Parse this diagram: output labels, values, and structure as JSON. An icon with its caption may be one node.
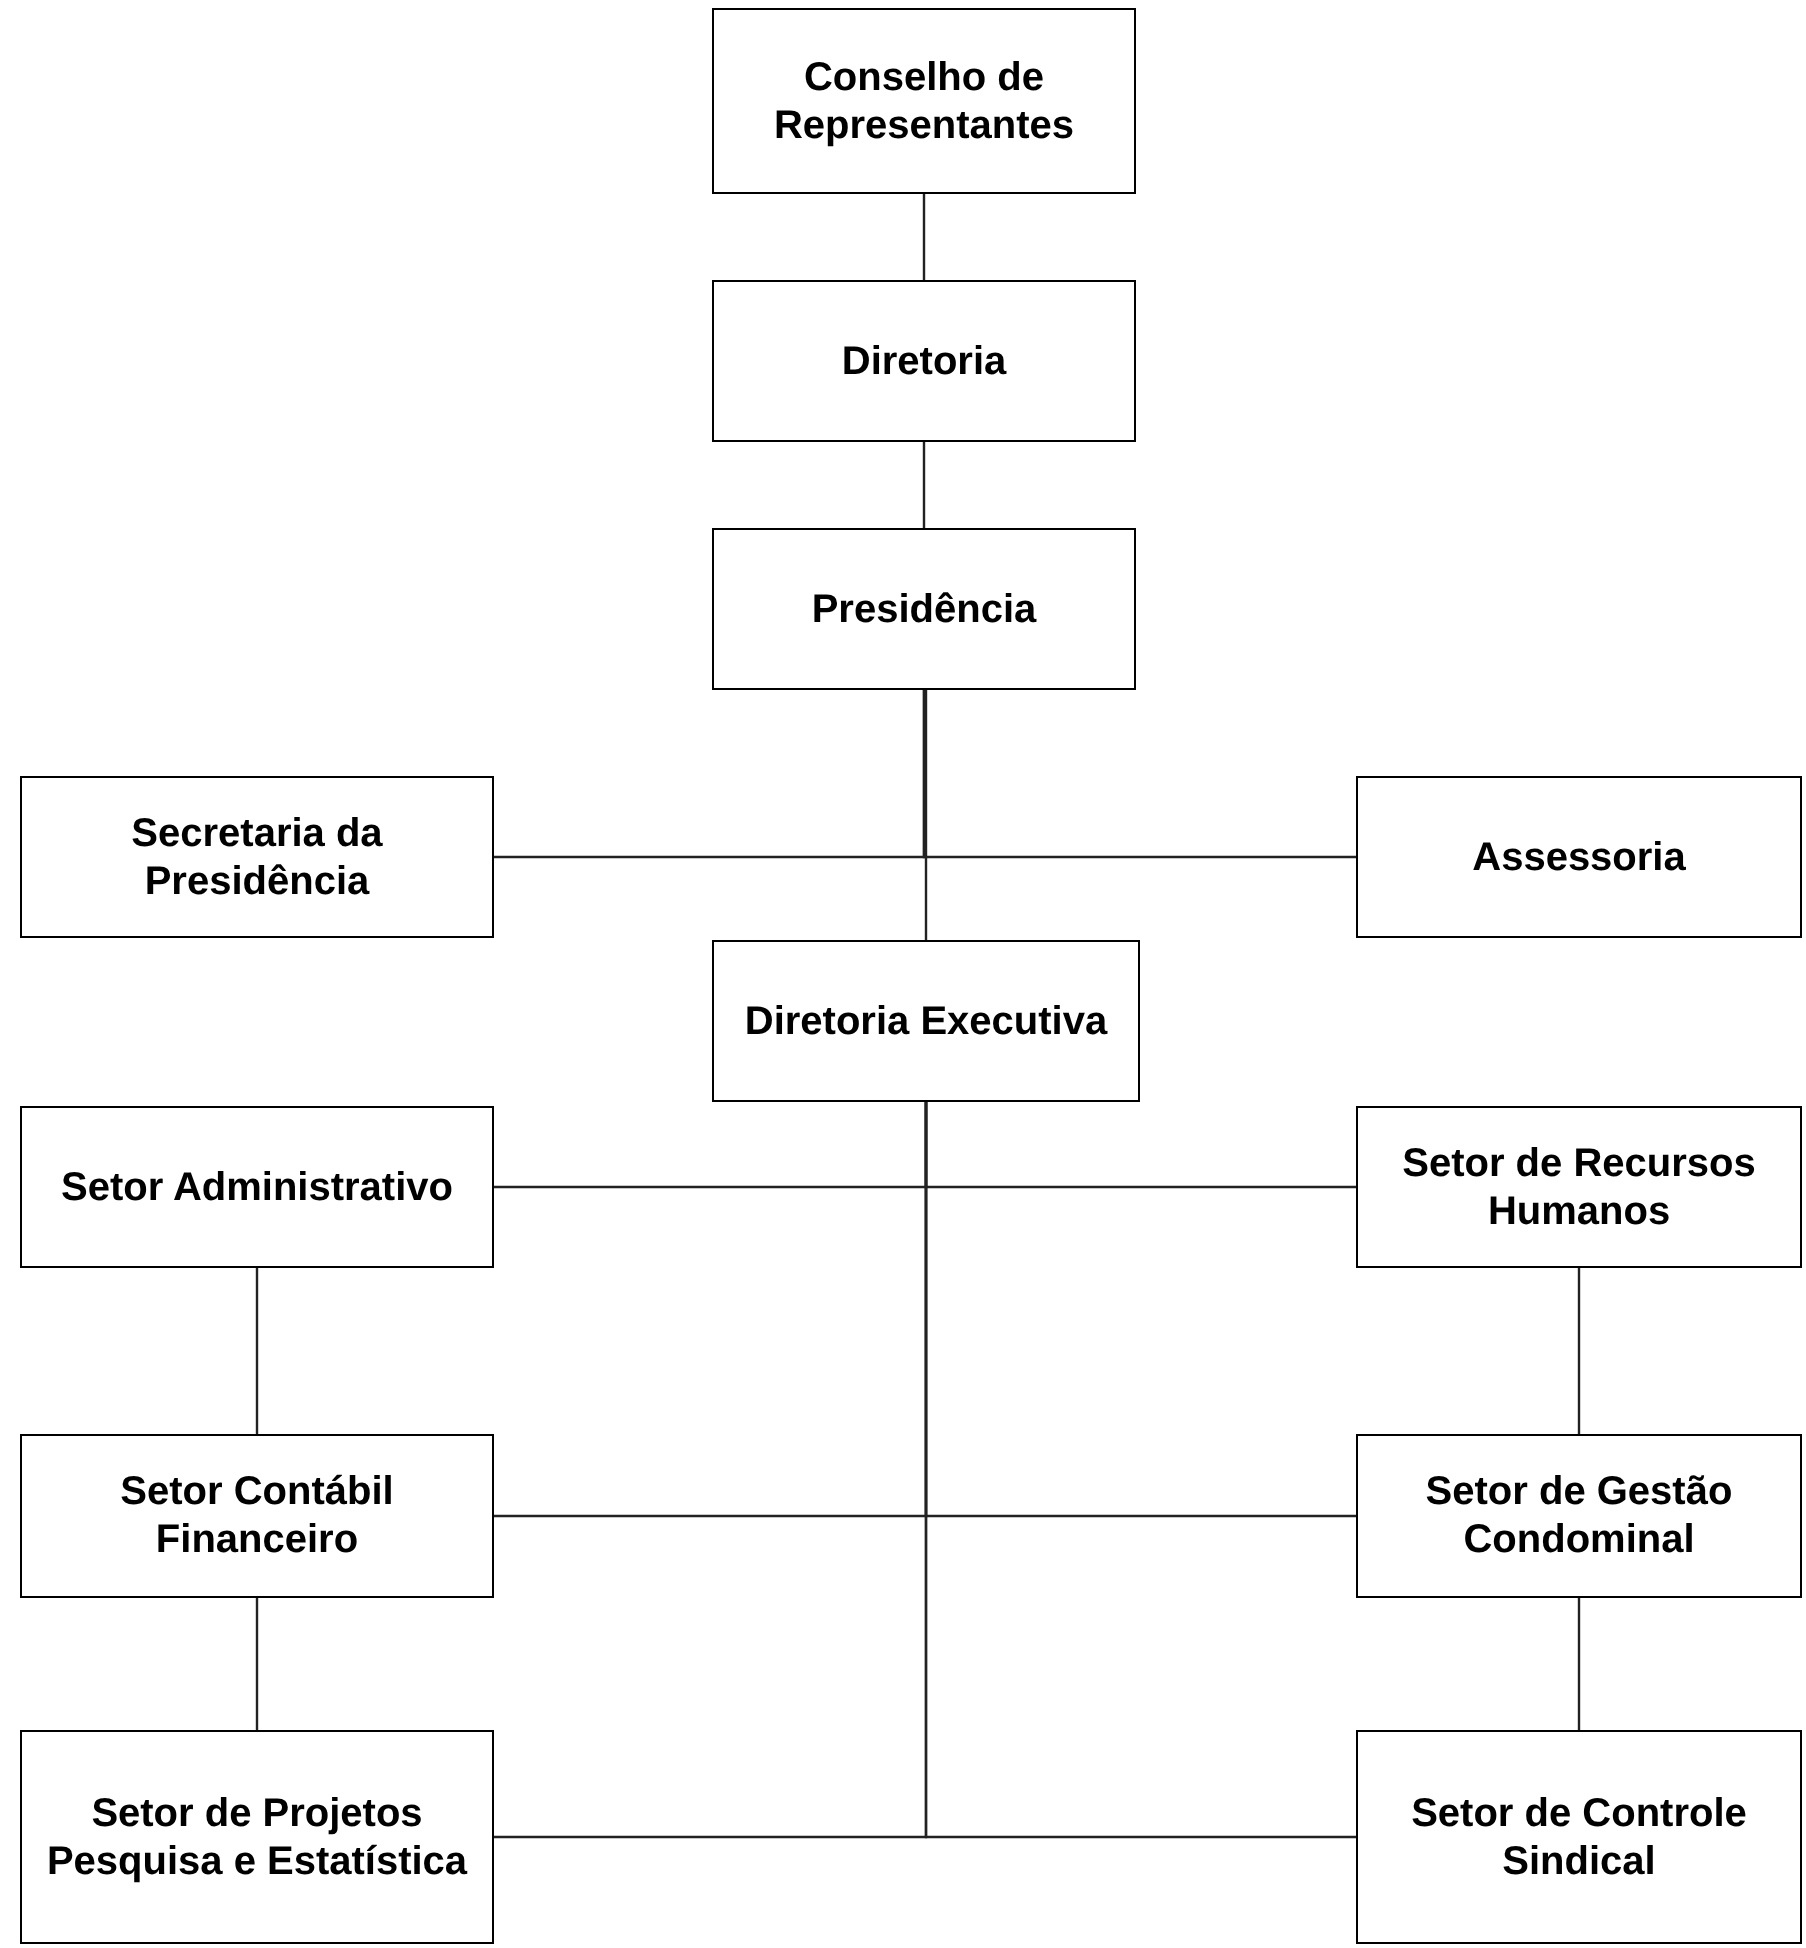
{
  "diagram": {
    "nodes": [
      {
        "text": [
          "Conselho de Representantes"
        ]
      },
      {
        "text": [
          "Diretoria"
        ]
      },
      {
        "text": [
          "Presidência"
        ]
      },
      {
        "text": [
          "Secretaria da Presidência"
        ]
      },
      {
        "text": [
          "Assessoria"
        ]
      },
      {
        "text": [
          "Diretoria Executiva"
        ]
      },
      {
        "text": [
          "Setor Administrativo"
        ]
      },
      {
        "text": [
          "Setor de Recursos Humanos"
        ]
      },
      {
        "text": [
          "Setor Contábil Financeiro"
        ]
      },
      {
        "text": [
          "Setor de Gestão Condominal"
        ]
      },
      {
        "text": [
          "Setor de Projetos Pesquisa e Estatística"
        ]
      },
      {
        "text": [
          "Setor de Controle Sindical"
        ]
      }
    ],
    "edges": [
      {
        "from": 0,
        "to": 1,
        "arrow": "none"
      },
      {
        "from": 1,
        "to": 2,
        "arrow": "none"
      },
      {
        "from": 2,
        "to": 3,
        "arrow": "none"
      },
      {
        "from": 2,
        "to": 4,
        "arrow": "none"
      },
      {
        "from": 2,
        "to": 5,
        "arrow": "none"
      },
      {
        "from": 5,
        "to": 6,
        "arrow": "none"
      },
      {
        "from": 5,
        "to": 7,
        "arrow": "none"
      },
      {
        "from": 5,
        "to": 8,
        "arrow": "none"
      },
      {
        "from": 5,
        "to": 9,
        "arrow": "none"
      },
      {
        "from": 5,
        "to": 10,
        "arrow": "none"
      },
      {
        "from": 5,
        "to": 11,
        "arrow": "none"
      },
      {
        "from": 6,
        "to": 8,
        "arrow": "none"
      },
      {
        "from": 8,
        "to": 10,
        "arrow": "none"
      },
      {
        "from": 7,
        "to": 9,
        "arrow": "none"
      },
      {
        "from": 9,
        "to": 11,
        "arrow": "none"
      }
    ]
  }
}
